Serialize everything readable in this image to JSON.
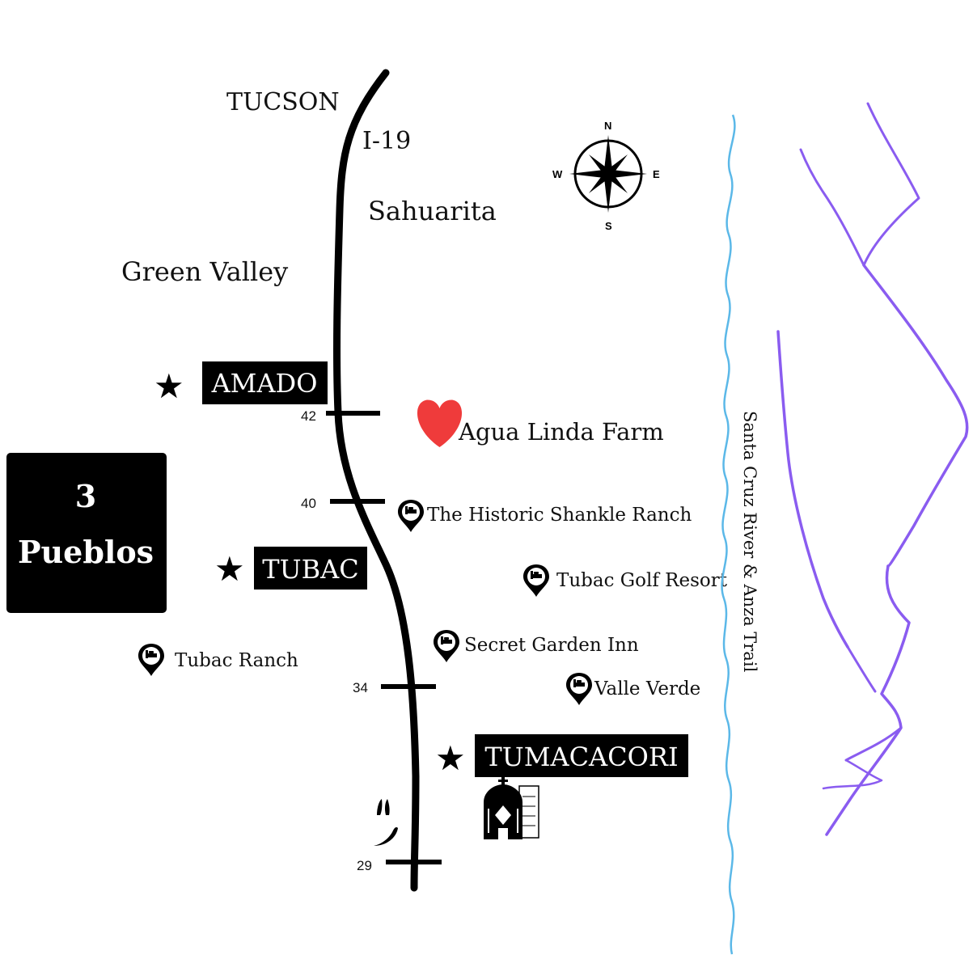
{
  "map": {
    "highway_label": "I-19",
    "compass": {
      "north": "N",
      "south": "S",
      "east": "E",
      "west": "W"
    },
    "places": {
      "tucson": "TUCSON",
      "sahuarita": "Sahuarita",
      "green_valley": "Green Valley"
    },
    "towns": {
      "amado": "AMADO",
      "tubac": "TUBAC",
      "tumacacori": "TUMACACORI"
    },
    "exits": {
      "e42": "42",
      "e40": "40",
      "e34": "34",
      "e29": "29"
    },
    "title_box": {
      "line1": "3",
      "line2": "Pueblos"
    },
    "farm": {
      "label": "Agua Linda Farm",
      "icon": "heart-icon",
      "color": "#ef3b3b"
    },
    "lodging": {
      "icon": "hotel-pin-icon",
      "shankle": "The Historic Shankle Ranch",
      "golf": "Tubac Golf Resort",
      "secret_garden": "Secret Garden Inn",
      "valle_verde": "Valle Verde",
      "tubac_ranch": "Tubac Ranch"
    },
    "river": {
      "label": "Santa Cruz River & Anza Trail",
      "color": "#5bb8e8"
    },
    "mountains": {
      "color": "#8a5cf0"
    },
    "road_color": "#000000"
  }
}
